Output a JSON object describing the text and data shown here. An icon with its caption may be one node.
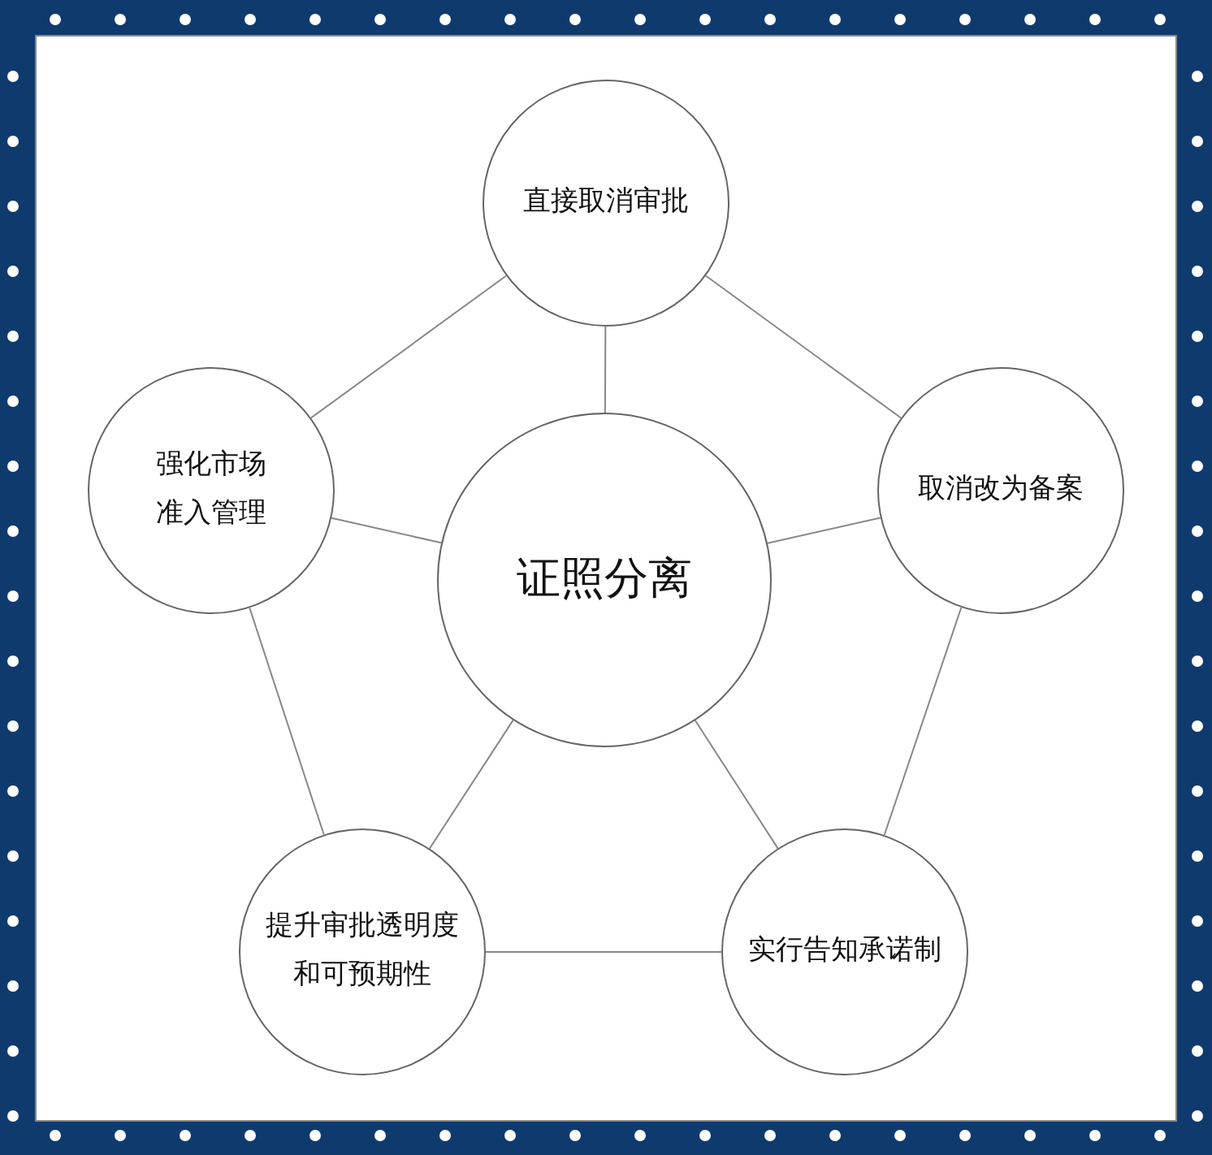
{
  "diagram": {
    "nodes": [
      {
        "text": [
          "证照分离"
        ]
      },
      {
        "text": [
          "直接取消审批"
        ]
      },
      {
        "text": [
          "取消改为备案"
        ]
      },
      {
        "text": [
          "实行告知承诺制"
        ]
      },
      {
        "text": [
          "提升审批透明度和可预期性"
        ]
      },
      {
        "text": [
          "强化市场准入管理"
        ]
      }
    ],
    "edges": [
      {
        "from": 0,
        "to": 1,
        "arrow": "none"
      },
      {
        "from": 0,
        "to": 2,
        "arrow": "none"
      },
      {
        "from": 0,
        "to": 3,
        "arrow": "none"
      },
      {
        "from": 0,
        "to": 4,
        "arrow": "none"
      },
      {
        "from": 0,
        "to": 5,
        "arrow": "none"
      },
      {
        "from": 1,
        "to": 2,
        "arrow": "none"
      },
      {
        "from": 2,
        "to": 3,
        "arrow": "none"
      },
      {
        "from": 3,
        "to": 4,
        "arrow": "none"
      },
      {
        "from": 4,
        "to": 5,
        "arrow": "none"
      },
      {
        "from": 5,
        "to": 1,
        "arrow": "none"
      }
    ]
  }
}
